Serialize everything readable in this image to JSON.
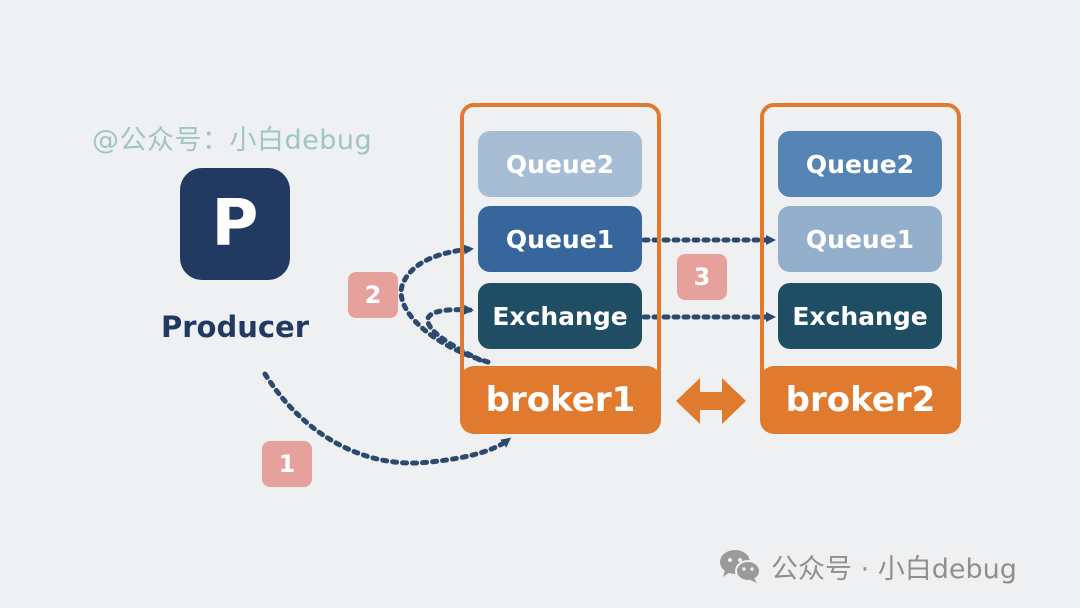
{
  "watermark_top": "@公众号：小白debug",
  "producer": {
    "icon_letter": "P",
    "label": "Producer"
  },
  "broker1": {
    "name": "broker1",
    "queue2": "Queue2",
    "queue1": "Queue1",
    "exchange": "Exchange"
  },
  "broker2": {
    "name": "broker2",
    "queue2": "Queue2",
    "queue1": "Queue1",
    "exchange": "Exchange"
  },
  "steps": [
    "1",
    "2",
    "3"
  ],
  "footer": {
    "icon": "wechat-icon",
    "text": "公众号 · 小白debug"
  },
  "colors": {
    "orange": "#e07a2e",
    "navy": "#223a61",
    "arrow": "#2c4a6d",
    "badge": "#e6a19d"
  }
}
